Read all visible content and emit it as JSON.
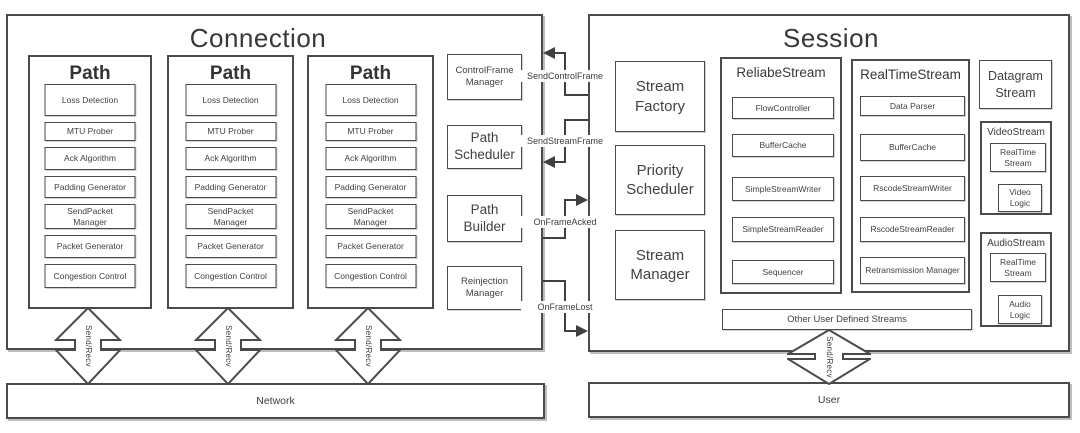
{
  "connection": {
    "title": "Connection",
    "paths": [
      {
        "title": "Path",
        "modules": [
          "Loss Detection",
          "MTU Prober",
          "Ack Algorithm",
          "Padding Generator",
          "SendPacket Manager",
          "Packet Generator",
          "Congestion Control"
        ]
      },
      {
        "title": "Path",
        "modules": [
          "Loss Detection",
          "MTU Prober",
          "Ack Algorithm",
          "Padding Generator",
          "SendPacket Manager",
          "Packet Generator",
          "Congestion Control"
        ]
      },
      {
        "title": "Path",
        "modules": [
          "Loss Detection",
          "MTU Prober",
          "Ack Algorithm",
          "Padding Generator",
          "SendPacket Manager",
          "Packet Generator",
          "Congestion Control"
        ]
      }
    ],
    "managers": [
      "ControlFrame Manager",
      "Path Scheduler",
      "Path Builder",
      "Reinjection Manager"
    ]
  },
  "session": {
    "title": "Session",
    "controllers": [
      "Stream Factory",
      "Priority Scheduler",
      "Stream Manager"
    ],
    "reliable_stream": {
      "title": "ReliabeStream",
      "modules": [
        "FlowController",
        "BufferCache",
        "SimpleStreamWriter",
        "SimpleStreamReader",
        "Sequencer"
      ]
    },
    "realtime_stream": {
      "title": "RealTimeStream",
      "modules": [
        "Data Parser",
        "BufferCache",
        "RscodeStreamWriter",
        "RscodeStreamReader",
        "Retransmission Manager"
      ]
    },
    "datagram_stream": {
      "title": "Datagram Stream"
    },
    "video_stream": {
      "title": "VideoStream",
      "modules": [
        "RealTime Stream",
        "Video Logic"
      ]
    },
    "audio_stream": {
      "title": "AudioStream",
      "modules": [
        "RealTime Stream",
        "Audio Logic"
      ]
    },
    "other_streams": "Other User Defined Streams"
  },
  "interface_arrows": [
    {
      "label": "SendControlFrame",
      "direction": "session-to-connection"
    },
    {
      "label": "SendStreamFrame",
      "direction": "session-to-connection"
    },
    {
      "label": "OnFrameAcked",
      "direction": "connection-to-session"
    },
    {
      "label": "OnFrameLost",
      "direction": "connection-to-session"
    }
  ],
  "send_recv_label": "Send/Recv",
  "network": {
    "label": "Network"
  },
  "user": {
    "label": "User"
  },
  "colors": {
    "border": "#4a4a4a",
    "text": "#3d3d3d",
    "background": "#ffffff"
  }
}
